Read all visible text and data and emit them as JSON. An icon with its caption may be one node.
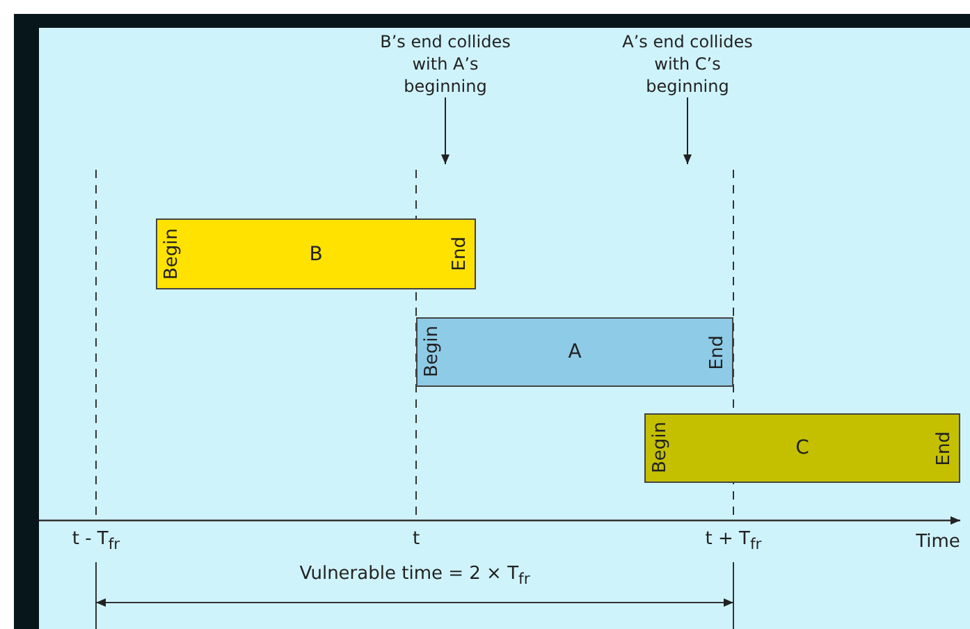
{
  "diagram": {
    "nodes": [
      {
        "text": [
          "B’s end collides with A’s beginning"
        ]
      },
      {
        "text": [
          "A’s end collides with C’s beginning"
        ]
      },
      {
        "text": [
          "Begin",
          "B",
          "End"
        ]
      },
      {
        "text": [
          "Begin",
          "A",
          "End"
        ]
      },
      {
        "text": [
          "Begin",
          "C",
          "End"
        ]
      }
    ],
    "edges": [
      {
        "from": 0,
        "to": null,
        "arrow": "to"
      },
      {
        "from": 1,
        "to": null,
        "arrow": "to"
      }
    ],
    "labels": [
      "t - T$_{fr}$",
      "t",
      "t + T$_{fr}$",
      "Time",
      "Vulnerable time = 2 × T$_{fr}$"
    ]
  }
}
